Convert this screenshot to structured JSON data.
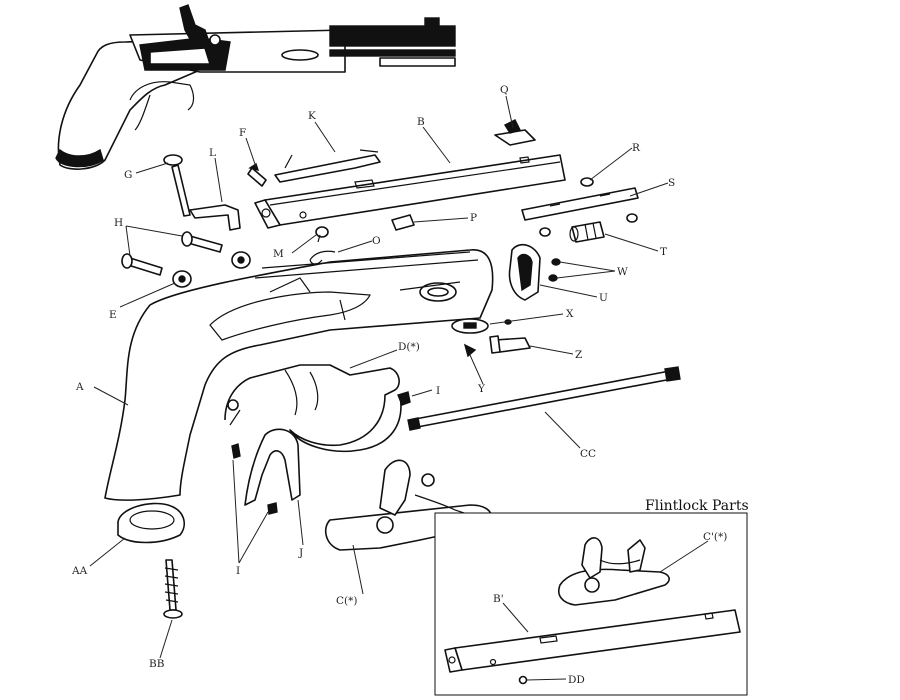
{
  "inset": {
    "title": "Flintlock Parts"
  },
  "labels": {
    "A": "A",
    "AA": "AA",
    "B": "B",
    "BB": "BB",
    "C": "C(*)",
    "CC": "CC",
    "D": "D(*)",
    "E": "E",
    "F": "F",
    "G": "G",
    "H": "H",
    "I_upper": "I",
    "I_lower": "I",
    "J": "J",
    "K": "K",
    "L": "L",
    "M": "M",
    "O": "O",
    "P": "P",
    "Q": "Q",
    "R": "R",
    "S": "S",
    "T": "T",
    "U": "U",
    "W": "W",
    "X": "X",
    "Y": "Y",
    "Z": "Z",
    "B_prime": "B'",
    "C_prime": "C'(*)",
    "DD": "DD"
  }
}
